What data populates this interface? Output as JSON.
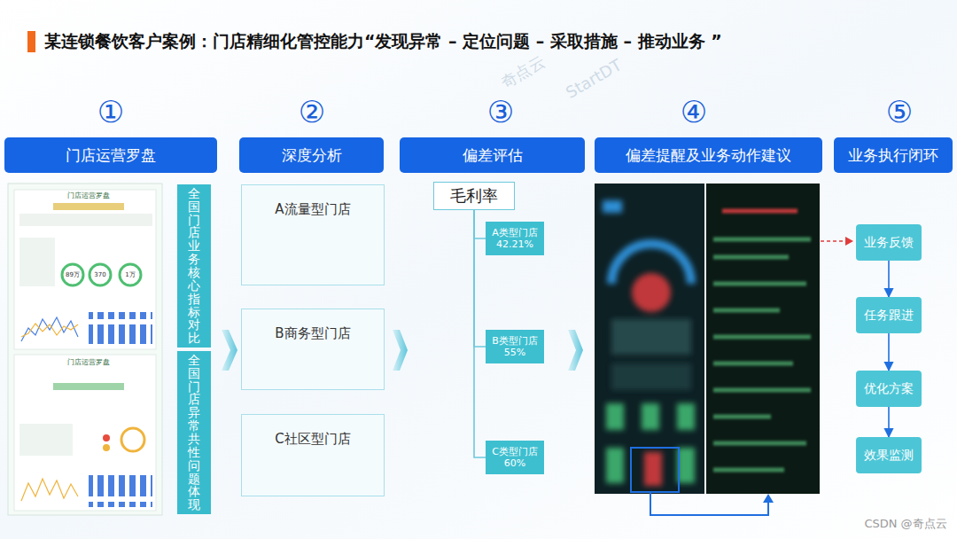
{
  "diagram": {
    "title": "某连锁餐饮客户案例：门店精细化管控能力“发现异常 – 定位问题 – 采取措施 – 推动业务 ”",
    "nodes": [
      {
        "text": [
          "门店运营罗盘"
        ]
      },
      {
        "text": [
          "全国门店业务核心指标对比"
        ]
      },
      {
        "text": [
          "全国门店异常共性问题体现"
        ]
      },
      {
        "text": [
          "深度分析"
        ]
      },
      {
        "text": [
          "A流量型门店"
        ]
      },
      {
        "text": [
          "B商务型门店"
        ]
      },
      {
        "text": [
          "C社区型门店"
        ]
      },
      {
        "text": [
          "偏差评估"
        ]
      },
      {
        "text": [
          "毛利率"
        ]
      },
      {
        "text": [
          "A类型门店",
          "42.21%"
        ]
      },
      {
        "text": [
          "B类型门店",
          "55%"
        ]
      },
      {
        "text": [
          "C类型门店",
          "60%"
        ]
      },
      {
        "text": [
          "偏差提醒及业务动作建议"
        ]
      },
      {
        "text": [
          "业务执行闭环"
        ]
      },
      {
        "text": [
          "业务反馈"
        ]
      },
      {
        "text": [
          "任务跟进"
        ]
      },
      {
        "text": [
          "优化方案"
        ]
      },
      {
        "text": [
          "效果监测"
        ]
      }
    ],
    "edges": [
      {
        "from": 8,
        "to": 9,
        "arrow": "none"
      },
      {
        "from": 8,
        "to": 10,
        "arrow": "none"
      },
      {
        "from": 8,
        "to": 11,
        "arrow": "none"
      },
      {
        "from": 14,
        "to": 15,
        "arrow": "to"
      },
      {
        "from": 15,
        "to": 16,
        "arrow": "to"
      },
      {
        "from": 16,
        "to": 17,
        "arrow": "to"
      }
    ],
    "labels": [
      "①",
      "②",
      "③",
      "④",
      "⑤",
      "门店运营罗盘",
      "门店运营罗盘",
      "89万",
      "370",
      "1万",
      "奇点云",
      "StartDT",
      "CSDN @奇点云"
    ]
  }
}
